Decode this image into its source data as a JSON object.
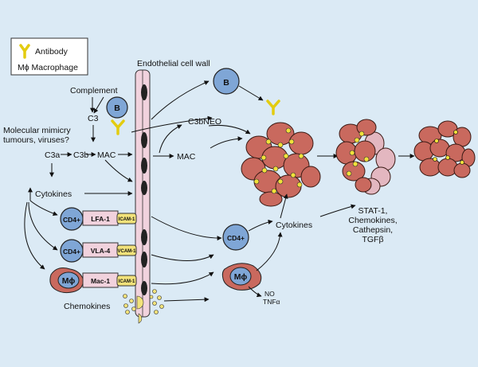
{
  "legend": {
    "antibody_label": "Antibody",
    "macrophage_label": "Mϕ Macrophage"
  },
  "labels": {
    "endothelial": "Endothelial cell wall",
    "complement": "Complement",
    "c3": "C3",
    "molecular_mimicry_1": "Molecular mimicry",
    "molecular_mimicry_2": "tumours, viruses?",
    "c3a": "C3a",
    "c3b": "C3b",
    "mac_left": "MAC",
    "mac_right": "MAC",
    "c3bneo": "C3bNEO",
    "cytokines_left": "Cytokines",
    "cytokines_right": "Cytokines",
    "chemokines": "Chemokines",
    "no": "NO",
    "tnfa": "TNFα",
    "stat_lines": [
      "STAT-1,",
      "Chemokines,",
      "Cathepsin,",
      "TGFβ"
    ]
  },
  "cells": {
    "b_cell_left": "B",
    "b_cell_top": "B",
    "cd4_1": "CD4+",
    "cd4_2": "CD4+",
    "cd4_mid": "CD4+",
    "mphi_left": "Mϕ",
    "mphi_mid": "Mϕ"
  },
  "receptors": {
    "lfa1": "LFA-1",
    "vla4": "VLA-4",
    "mac1": "Mac-1",
    "icam1_a": "ICAM-1",
    "vcam1": "VCAM-1",
    "icam1_b": "ICAM-1"
  },
  "colors": {
    "background": "#dbeaf5",
    "cell_blue": "#7fa6d6",
    "antibody": "#f2e13a",
    "wall_pink": "#f1d2dd",
    "tumour": "#c9695e",
    "receptor": "#f1d2dd",
    "adhesion": "#f2e27a"
  }
}
